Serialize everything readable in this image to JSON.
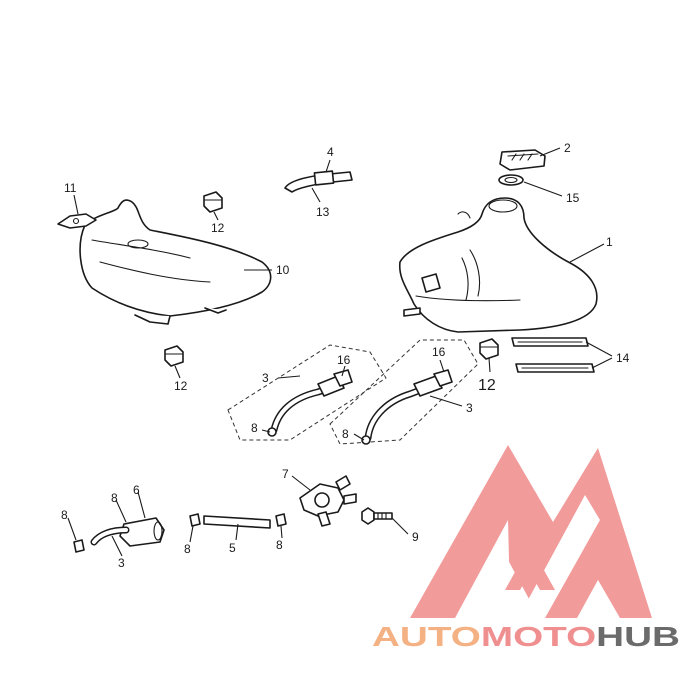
{
  "diagram": {
    "callouts": {
      "c1": "1",
      "c2": "2",
      "c3a": "3",
      "c3b": "3",
      "c3c": "3",
      "c4": "4",
      "c5": "5",
      "c6": "6",
      "c7": "7",
      "c8a": "8",
      "c8b": "8",
      "c8c": "8",
      "c8d": "8",
      "c8e": "8",
      "c8f": "8",
      "c9": "9",
      "c10": "10",
      "c11": "11",
      "c12a": "12",
      "c12b": "12",
      "c12c": "12",
      "c13": "13",
      "c14": "14",
      "c15": "15",
      "c16a": "16",
      "c16b": "16"
    }
  },
  "watermark": {
    "part1": "AUTO",
    "part2": "MOTO",
    "part3": "HUB",
    "colors": {
      "light": "#f4b183",
      "mid": "#ef8f8f",
      "dark": "#6b6b6b",
      "mark": "#f08a8a"
    }
  }
}
